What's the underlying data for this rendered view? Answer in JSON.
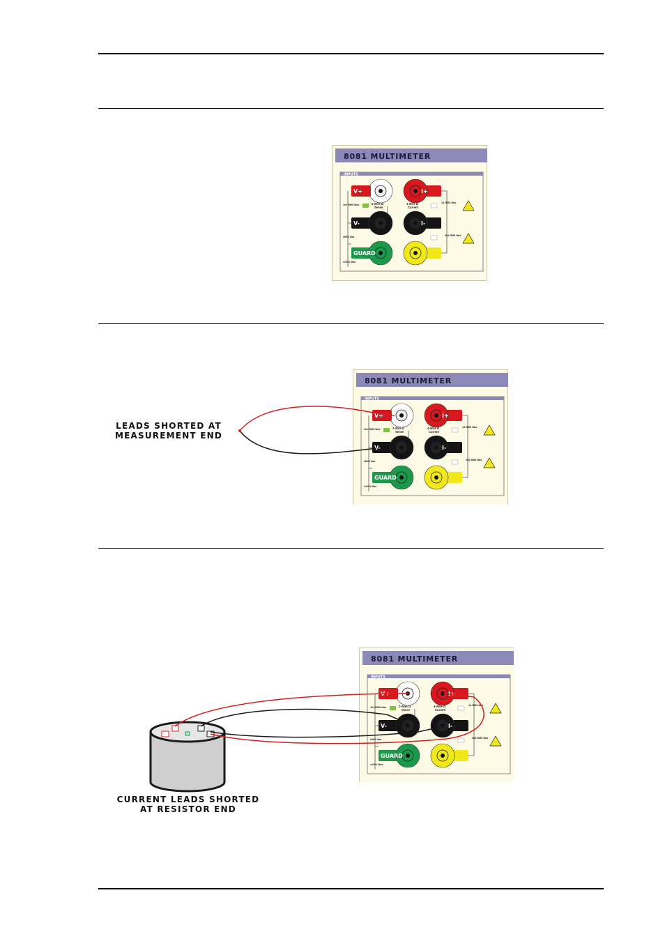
{
  "panel": {
    "title": "8081 MULTIMETER",
    "inputs_label": "INPUTS",
    "v_plus": "V+",
    "v_minus": "V-",
    "i_plus": "I+",
    "i_minus": "I-",
    "guard": "GUARD",
    "two_wire": "2-Wire Ω",
    "sense": "Sense",
    "four_wire": "4-Wire Ω",
    "current": "Current",
    "v_rating": "1kV RMS Max",
    "v_minus_rating": "±500V Max",
    "guard_rating": "±100V Max",
    "i_rating_1a": "1A RMS Max",
    "i_rating_30a": "30A RMS Max"
  },
  "captions": {
    "fig2_line1": "LEADS SHORTED AT",
    "fig2_line2": "MEASUREMENT END",
    "fig3_line1": "CURRENT LEADS SHORTED",
    "fig3_line2": "AT RESISTOR END"
  },
  "colors": {
    "header": "#8a89b8",
    "panel_bg": "#fdfbe6",
    "red": "#d7191f",
    "black": "#141414",
    "green": "#1c9a4b",
    "yellow": "#f1e81b",
    "lead_red": "#d42020",
    "lead_black": "#1a1a1a"
  }
}
